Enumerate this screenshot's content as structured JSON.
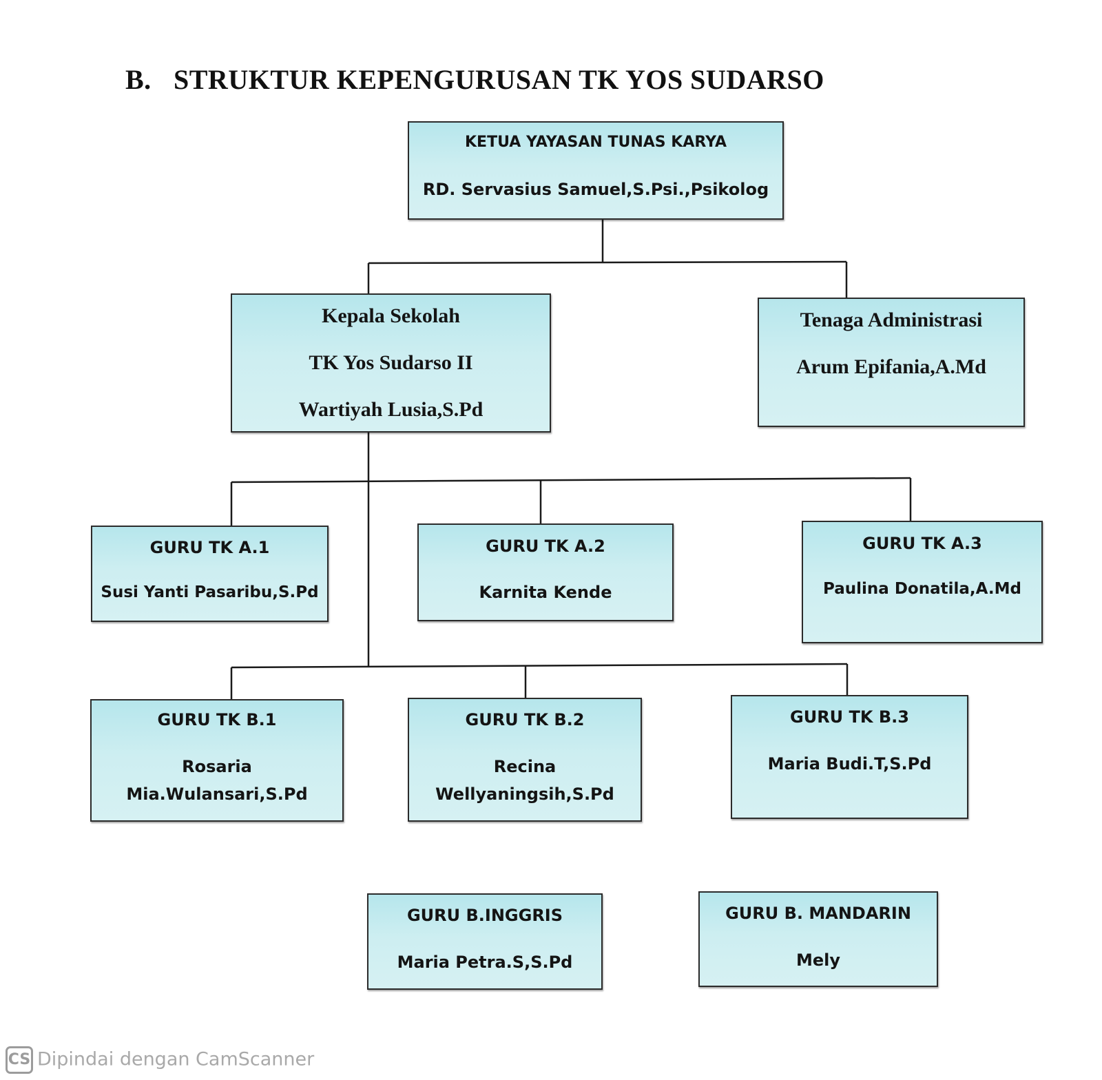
{
  "title": {
    "number": "B.",
    "text": "STRUKTUR KEPENGURUSAN TK YOS SUDARSO"
  },
  "ketua": {
    "role": "KETUA YAYASAN TUNAS KARYA",
    "name": "RD. Servasius Samuel,S.Psi.,Psikolog"
  },
  "kepala": {
    "role": "Kepala Sekolah",
    "school": "TK Yos Sudarso II",
    "name": "Wartiyah Lusia,S.Pd"
  },
  "admin": {
    "role": "Tenaga Administrasi",
    "name": "Arum Epifania,A.Md"
  },
  "guru_a": [
    {
      "role": "GURU TK A.1",
      "name": "Susi Yanti Pasaribu,S.Pd"
    },
    {
      "role": "GURU TK A.2",
      "name": "Karnita Kende"
    },
    {
      "role": "GURU TK A.3",
      "name": "Paulina Donatila,A.Md"
    }
  ],
  "guru_b": [
    {
      "role": "GURU TK B.1",
      "name_line1": "Rosaria",
      "name_line2": "Mia.Wulansari,S.Pd"
    },
    {
      "role": "GURU TK B.2",
      "name_line1": "Recina",
      "name_line2": "Wellyaningsih,S.Pd"
    },
    {
      "role": "GURU TK B.3",
      "name": "Maria Budi.T,S.Pd"
    }
  ],
  "guru_bahasa": [
    {
      "role": "GURU B.INGGRIS",
      "name": "Maria Petra.S,S.Pd"
    },
    {
      "role": "GURU B. MANDARIN",
      "name": "Mely"
    }
  ],
  "footer": {
    "logo": "CS",
    "text": "Dipindai dengan CamScanner"
  },
  "colors": {
    "box_fill": "#c9edf0",
    "border": "#2b2b2b",
    "connector": "#1a1a1a"
  }
}
